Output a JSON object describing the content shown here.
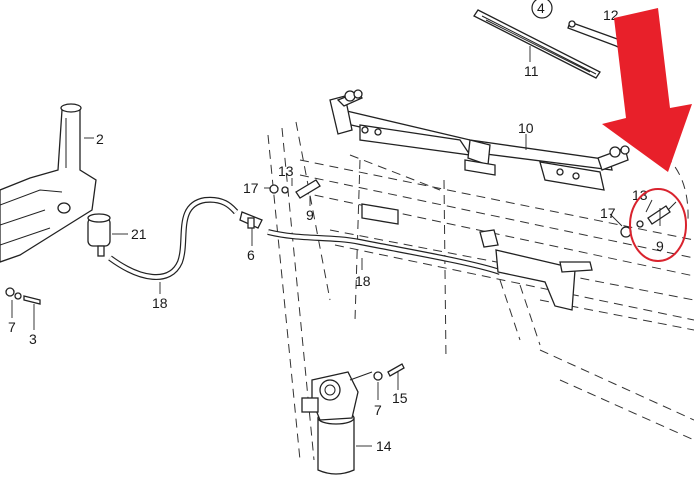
{
  "callouts": {
    "l2": "2",
    "l3": "3",
    "l4": "4",
    "l6": "6",
    "l7a": "7",
    "l7b": "7",
    "l9a": "9",
    "l9b": "9",
    "l10": "10",
    "l11": "11",
    "l12": "12",
    "l13a": "13",
    "l13b": "13",
    "l14": "14",
    "l15": "15",
    "l17a": "17",
    "l17b": "17",
    "l18a": "18",
    "l18b": "18",
    "l21": "21"
  },
  "highlight": {
    "arrow_color": "#e8202a",
    "circle_color": "#d9232e",
    "target": "9"
  }
}
